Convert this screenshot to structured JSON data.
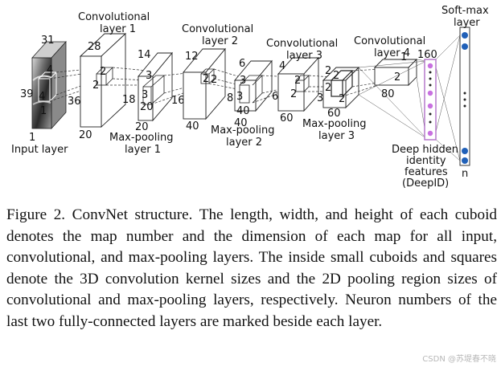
{
  "diagram": {
    "input": {
      "name": "Input layer",
      "index": "1",
      "height": "39",
      "width": "31",
      "depth": "1",
      "kernel_a": "4",
      "kernel_b": "4",
      "kernel_c": "1",
      "side": "36"
    },
    "conv1": {
      "name": "Convolutional layer 1",
      "line1": "Convolutional",
      "line2": "layer 1",
      "top": "28",
      "kernel_a": "2",
      "kernel_b": "2",
      "side": "18",
      "bottom": "20"
    },
    "pool1": {
      "name": "Max-pooling layer 1",
      "line1": "Max-pooling",
      "line2": "layer 1",
      "top": "14",
      "k1": "3",
      "k2": "3",
      "k3": "20",
      "side": "16",
      "bottom": "20"
    },
    "conv2": {
      "name": "Convolutional layer 2",
      "line1": "Convolutional",
      "line2": "layer 2",
      "top": "12",
      "k1": "2",
      "k2": "2",
      "side": "8",
      "bottom": "40"
    },
    "pool2": {
      "name": "Max-pooling layer 2",
      "line1": "Max-pooling",
      "line2": "layer 2",
      "top": "6",
      "k1": "3",
      "k2": "3",
      "k3": "40",
      "side": "6",
      "bottom": "40"
    },
    "conv3": {
      "name": "Convolutional layer 3",
      "line1": "Convolutional",
      "line2": "layer 3",
      "top": "4",
      "k1": "2",
      "k2": "2",
      "side": "3",
      "bottom": "60"
    },
    "pool3": {
      "name": "Max-pooling layer 3",
      "line1": "Max-pooling",
      "line2": "layer 3",
      "k1": "2",
      "k2": "2",
      "k3": "2",
      "side": "2",
      "bottom": "60"
    },
    "conv4": {
      "name": "Convolutional layer 4",
      "line1": "Convolutional",
      "line2": "layer 4",
      "top": "1",
      "k1": "2",
      "bottom": "80"
    },
    "deepid": {
      "name": "Deep hidden identity features (DeepID)",
      "line1": "Deep hidden",
      "line2": "identity",
      "line3": "features",
      "line4": "(DeepID)",
      "count": "160"
    },
    "softmax": {
      "name": "Soft-max layer",
      "line1": "Soft-max",
      "line2": "layer",
      "count": "n"
    }
  },
  "caption": "Figure 2. ConvNet structure.  The length, width, and height of each cuboid denotes the map number and the dimension of each map for all input, convolutional, and max-pooling layers.  The inside small cuboids and squares denote the 3D convolution kernel sizes and the 2D pooling region sizes of convolutional and max-pooling layers, respectively. Neuron numbers of the last two fully-connected layers are marked beside each layer.",
  "watermark": "CSDN @苏堤春不晓",
  "colors": {
    "deepid_border": "#b070c8",
    "deepid_node": "#c870e0",
    "softmax_node": "#2060b8"
  }
}
